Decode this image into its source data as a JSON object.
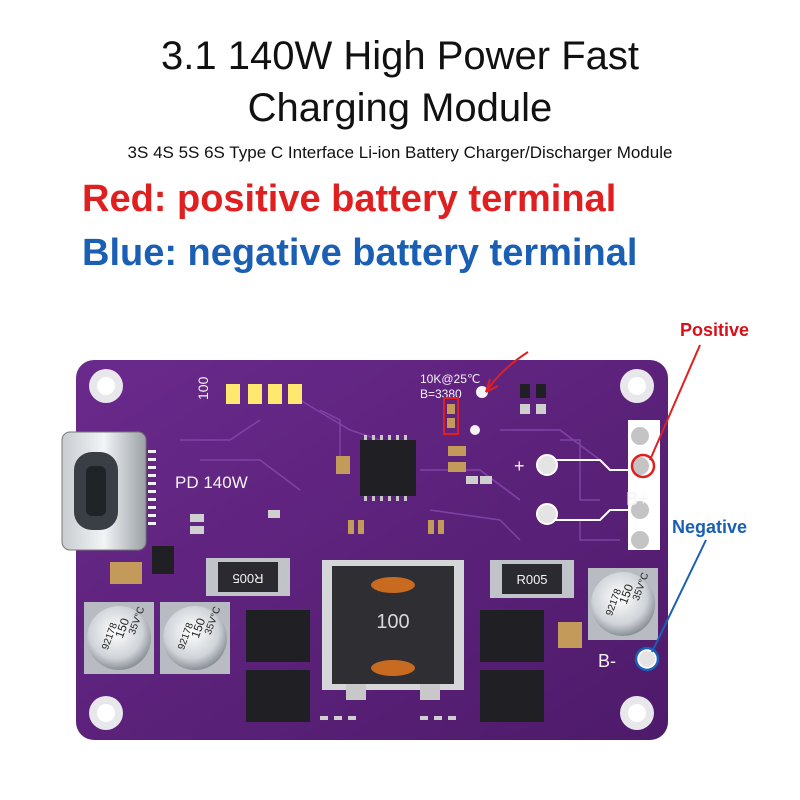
{
  "heading": {
    "title_line1": "3.1 140W High Power Fast",
    "title_line2": "Charging Module",
    "subtitle": "3S 4S 5S 6S Type C Interface Li-ion Battery Charger/Discharger Module"
  },
  "legend": {
    "red": "Red: positive battery terminal",
    "blue": "Blue: negative battery terminal"
  },
  "callouts": {
    "positive": "Positive",
    "negative": "Negative"
  },
  "board": {
    "pd_label": "PD 140W",
    "led_label": "100",
    "thermistor_line1": "10K@25℃",
    "thermistor_line2": "B=3380",
    "inductor_label": "100",
    "resistor_left": "R005",
    "resistor_right": "R005",
    "plus_mark": "+",
    "bplus_label": "B+",
    "bminus_label": "B-",
    "cap_line1": "92178",
    "cap_line2": "150",
    "cap_line3": "35V°C"
  },
  "colors": {
    "pcb": "#5a1f7a",
    "positive_arrow": "#e02020",
    "negative_arrow": "#1a5fb4"
  }
}
